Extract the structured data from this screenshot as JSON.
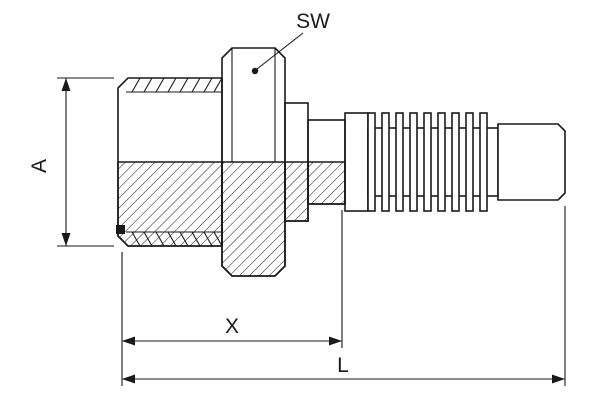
{
  "drawing": {
    "dim_a_label": "A",
    "dim_x_label": "X",
    "dim_l_label": "L",
    "sw_label": "SW"
  },
  "colors": {
    "line": "#1a1a1a",
    "background": "#ffffff"
  }
}
